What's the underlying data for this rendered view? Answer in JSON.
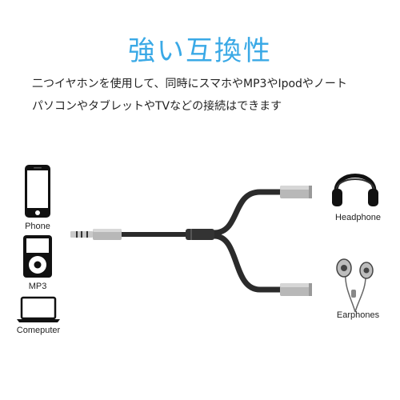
{
  "header": {
    "title": "強い互換性",
    "line1": "二つイヤホンを使用して、同時にスマホやMP3やIpodやノート",
    "line2": "パソコンやタブレットやTVなどの接続はできます"
  },
  "left_devices": [
    {
      "icon": "phone-icon",
      "label": "Phone"
    },
    {
      "icon": "mp3-player-icon",
      "label": "MP3"
    },
    {
      "icon": "laptop-icon",
      "label": "Comeputer"
    }
  ],
  "right_devices": [
    {
      "icon": "headphone-icon",
      "label": "Headphone"
    },
    {
      "icon": "earphones-icon",
      "label": "Earphones"
    }
  ],
  "colors": {
    "title": "#3aa9e6",
    "cable": "#2b2b2b",
    "metal": "#b8b8b8"
  }
}
